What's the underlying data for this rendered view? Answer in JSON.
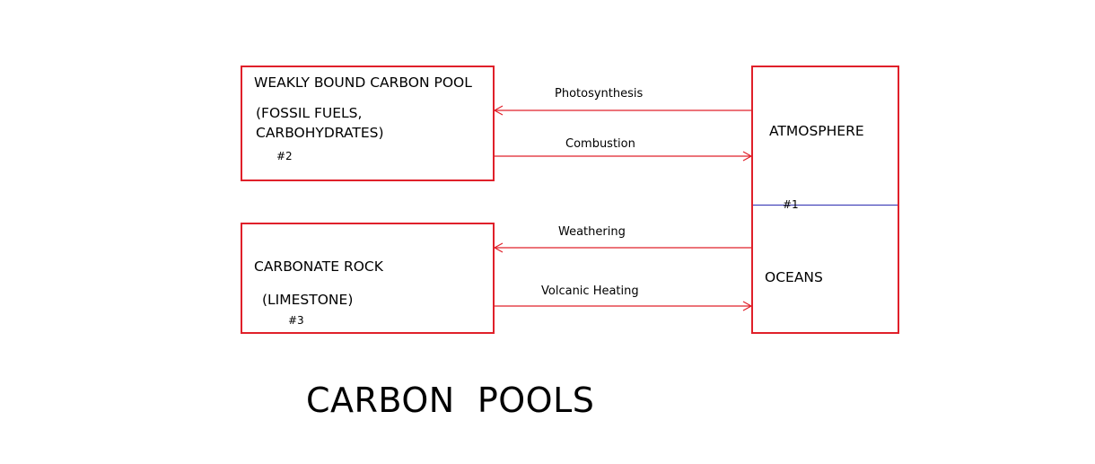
{
  "pool_weak": {
    "title": "WEAKLY BOUND CARBON POOL",
    "line1": "(FOSSIL FUELS,",
    "line2": "CARBOHYDRATES)",
    "number": "#2"
  },
  "pool_rock": {
    "title": "CARBONATE ROCK",
    "line1": "(LIMESTONE)",
    "number": "#3"
  },
  "pool_atm": {
    "atmosphere": "ATMOSPHERE",
    "oceans": "OCEANS",
    "number": "#1"
  },
  "flows": {
    "photosynthesis": "Photosynthesis",
    "combustion": "Combustion",
    "weathering": "Weathering",
    "volcanic": "Volcanic Heating"
  },
  "diagram_title": "CARBON  POOLS",
  "colors": {
    "box_border": "#e0202a",
    "arrow": "#e0202a",
    "divider": "#2b2bb0"
  }
}
